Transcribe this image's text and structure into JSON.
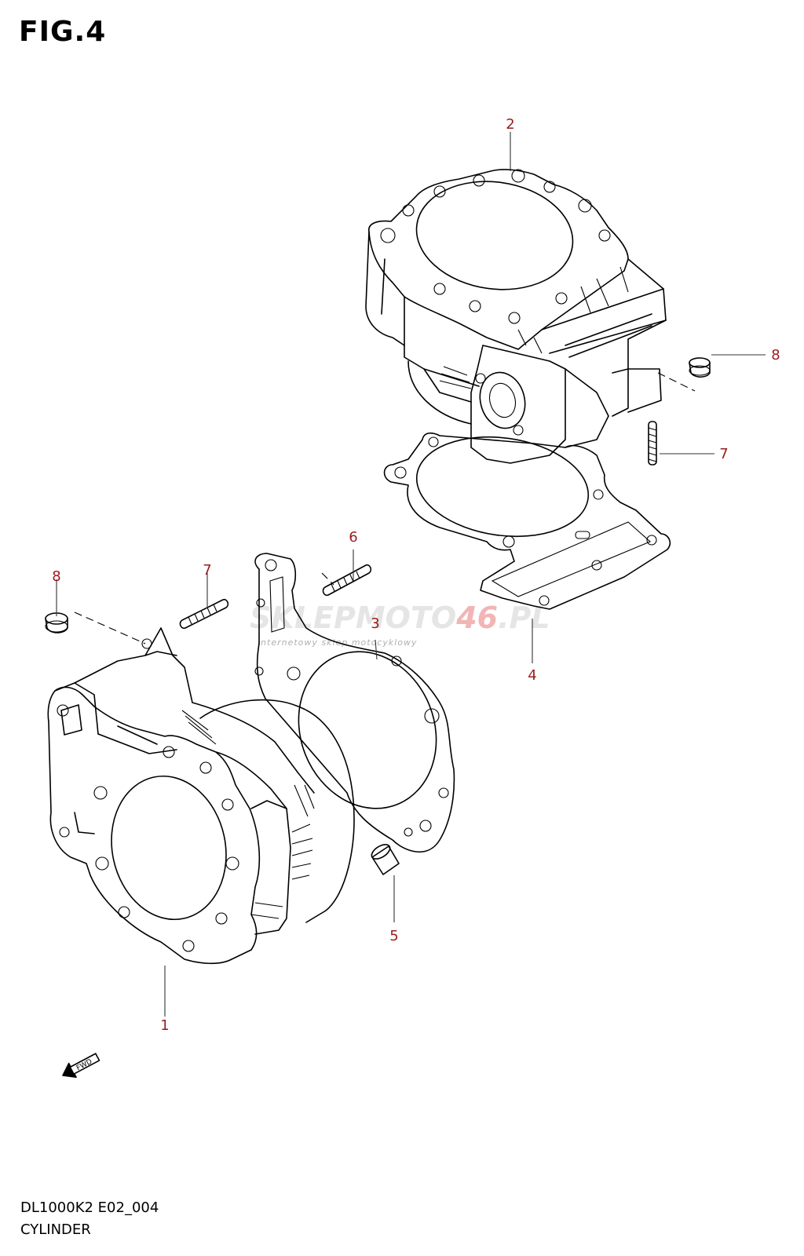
{
  "figure": {
    "title": "FIG.4",
    "model_code": "DL1000K2 E02_004",
    "caption": "CYLINDER"
  },
  "callouts": [
    "1",
    "2",
    "3",
    "4",
    "5",
    "6",
    "7",
    "7",
    "8",
    "8"
  ],
  "direction_marker": "FWD",
  "watermark": {
    "brand_main": "SKLEPMOTO",
    "brand_accent": "46",
    "brand_suffix": ".PL",
    "tagline": "internetowy sklep motocyklowy"
  },
  "colors": {
    "line_art": "#000000",
    "callout_text": "#9b1c1c",
    "watermark_accent": "#e87a7a"
  }
}
